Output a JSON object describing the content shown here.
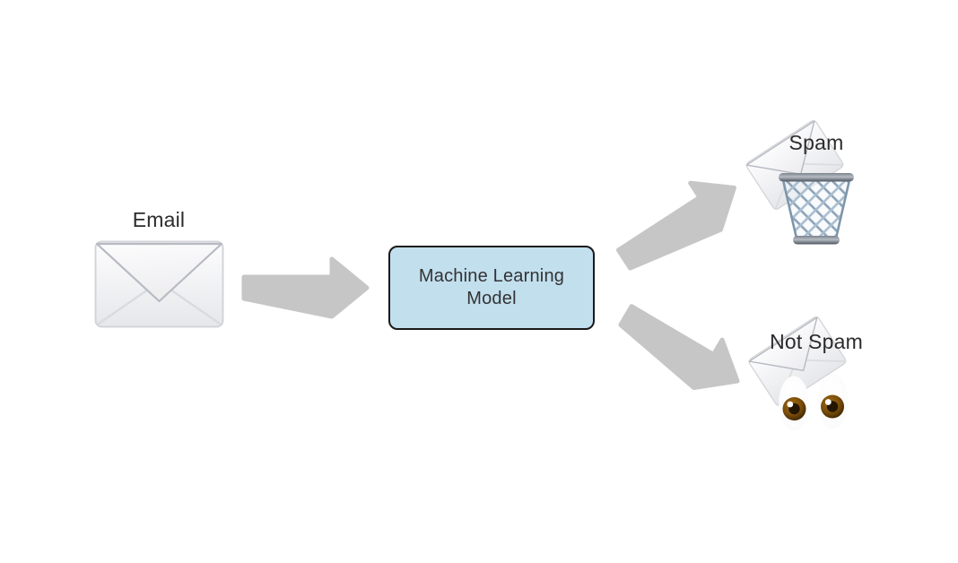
{
  "diagram": {
    "email": {
      "label": "Email",
      "icon": "envelope-icon"
    },
    "model": {
      "lines": [
        "Machine Learning",
        "Model"
      ]
    },
    "spam": {
      "label": "Spam",
      "icons": [
        "envelope-icon",
        "wastebasket-icon"
      ]
    },
    "not_spam": {
      "label": "Not Spam",
      "icons": [
        "envelope-icon",
        "eyes-icon"
      ]
    },
    "arrows": [
      {
        "name": "email-to-model",
        "direction": "right"
      },
      {
        "name": "model-to-spam",
        "direction": "up-right"
      },
      {
        "name": "model-to-not-spam",
        "direction": "down-right"
      }
    ],
    "colors": {
      "background": "#ffffff",
      "arrow": "#c6c6c6",
      "model_fill": "#c2dfee",
      "model_border": "#1a1a1a",
      "label_text": "#2b2b2b",
      "model_text": "#333333"
    }
  }
}
